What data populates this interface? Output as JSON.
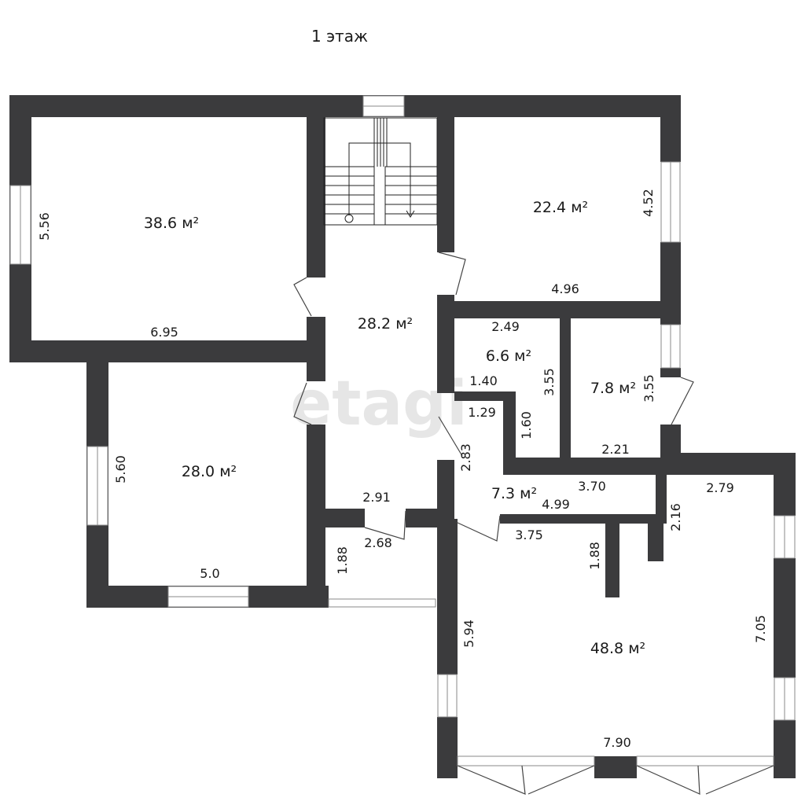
{
  "floor_title": "1 этаж",
  "watermark": "etagi",
  "rooms": [
    {
      "id": "r1",
      "area": "38.6 м²"
    },
    {
      "id": "r2",
      "area": "28.2 м²"
    },
    {
      "id": "r3",
      "area": "22.4 м²"
    },
    {
      "id": "r4",
      "area": "6.6 м²"
    },
    {
      "id": "r5",
      "area": "7.8 м²"
    },
    {
      "id": "r6",
      "area": "28.0 м²"
    },
    {
      "id": "r7",
      "area": "7.3 м²"
    },
    {
      "id": "r8",
      "area": "48.8 м²"
    }
  ],
  "dimensions": [
    "5.56",
    "6.95",
    "4.52",
    "4.96",
    "2.49",
    "3.55",
    "1.40",
    "1.29",
    "1.60",
    "3.55",
    "2.21",
    "5.60",
    "2.91",
    "2.83",
    "3.70",
    "4.99",
    "2.79",
    "2.16",
    "2.68",
    "3.75",
    "1.88",
    "1.88",
    "5.0",
    "5.94",
    "7.05",
    "7.90"
  ]
}
